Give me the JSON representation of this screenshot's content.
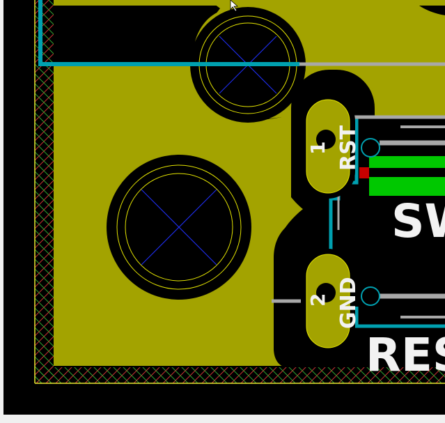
{
  "canvas": {
    "name": "pcb-editor-canvas",
    "colors": {
      "window_bg": "#f0f0f0",
      "board_bg": "#000000",
      "copper_fill": "#a3a300",
      "pad_ring": "#e6e600",
      "trace_cyan": "#00a0b0",
      "trace_gray": "#a8a8a8",
      "trace_green": "#00c800",
      "trace_red": "#c80000",
      "silkscreen": "#f2f2f2",
      "edge_yellow": "#e8e830",
      "hatch_red": "#c83232",
      "hatch_green": "#2ea02e",
      "crosshair_blue": "#2030ff"
    }
  },
  "pads": [
    {
      "name": "pad-1",
      "number": "1",
      "net": "RST"
    },
    {
      "name": "pad-2",
      "number": "2",
      "net": "GND"
    }
  ],
  "silkscreen": {
    "sw_text": "SW",
    "res_text": "RES"
  },
  "icons": {
    "cursor": "mouse-pointer-icon"
  }
}
